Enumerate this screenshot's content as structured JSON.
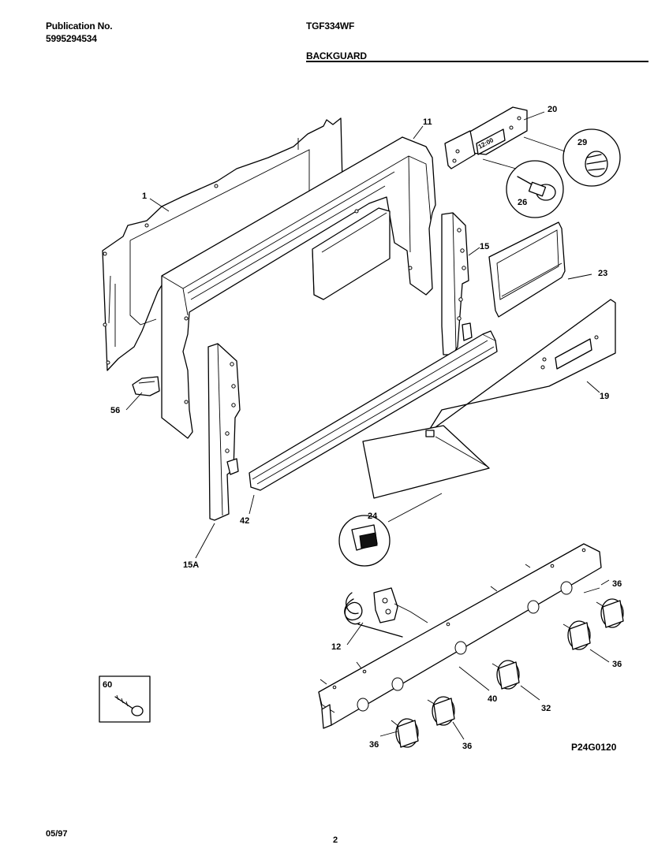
{
  "header": {
    "publication_label": "Publication No.",
    "publication_number": "5995294534",
    "model": "TGF334WF",
    "section": "BACKGUARD"
  },
  "footer": {
    "date": "05/97",
    "page": "2"
  },
  "diagram": {
    "figure_code": "P24G0120",
    "clock_display": "12:00",
    "callouts": [
      "1",
      "11",
      "20",
      "29",
      "26",
      "15",
      "23",
      "19",
      "56",
      "42",
      "15A",
      "24",
      "36",
      "36",
      "12",
      "40",
      "32",
      "36",
      "36",
      "60"
    ]
  }
}
